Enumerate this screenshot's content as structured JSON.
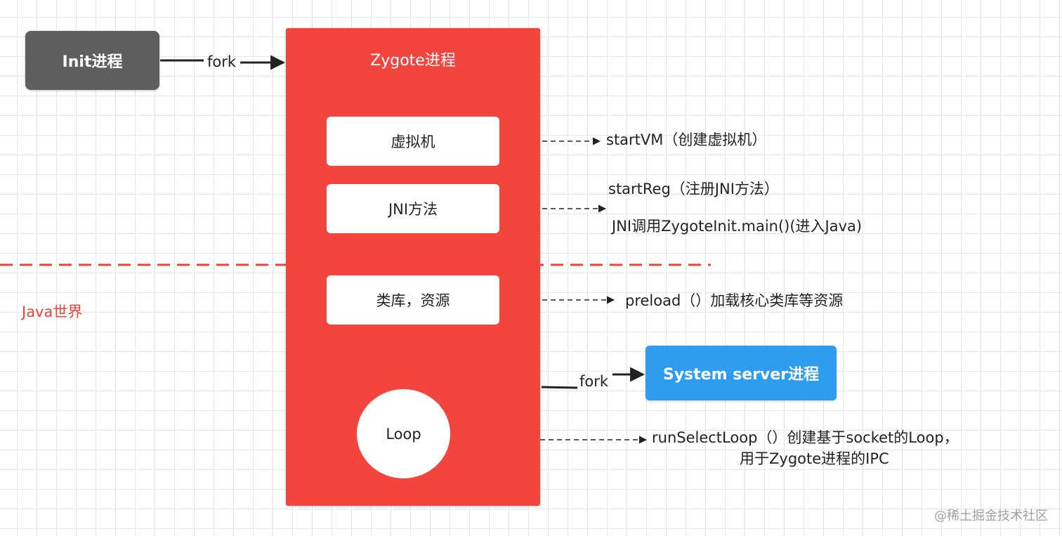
{
  "nodes": {
    "init": "Init进程",
    "zygote": "Zygote进程",
    "vm": "虚拟机",
    "jni": "JNI方法",
    "lib": "类库，资源",
    "loop": "Loop",
    "system_server": "System server进程"
  },
  "edges": {
    "fork_init": "fork",
    "fork_system": "fork"
  },
  "annotations": {
    "vm_desc": "startVM（创建虚拟机）",
    "jni_desc_1": "startReg（注册JNI方法）",
    "jni_desc_2": "JNI调用ZygoteInit.main()(进入Java)",
    "lib_desc": "preload（）加载核心类库等资源",
    "loop_desc_1": "runSelectLoop（）创建基于socket的Loop，",
    "loop_desc_2": "用于Zygote进程的IPC"
  },
  "regions": {
    "java_world": "Java世界"
  },
  "watermark": "@稀土掘金技术社区",
  "colors": {
    "zygote": "#f2453d",
    "init": "#5f5f5f",
    "system_server": "#2f9cf0",
    "divider": "#e8443a"
  }
}
